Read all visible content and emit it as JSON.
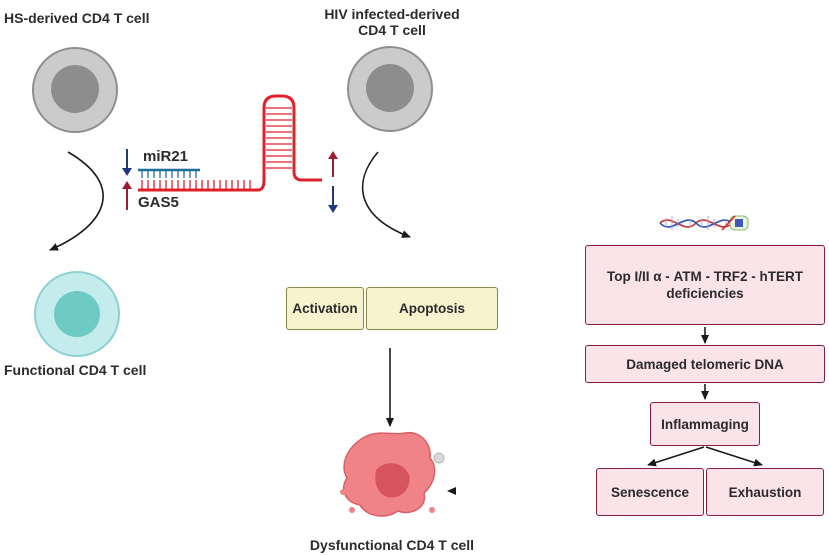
{
  "labels": {
    "hs_cell": "HS-derived CD4 T cell",
    "hiv_cell_line1": "HIV infected-derived",
    "hiv_cell_line2": "CD4 T cell",
    "functional_cell": "Functional CD4 T cell",
    "dysfunctional_cell": "Dysfunctional CD4 T cell",
    "mir21": "miR21",
    "gas5": "GAS5"
  },
  "boxes": {
    "activation": "Activation",
    "apoptosis": "Apoptosis",
    "deficiencies_line1": "Top I/II α - ATM - TRF2 - hTERT",
    "deficiencies_line2": "deficiencies",
    "damaged_dna": "Damaged telomeric DNA",
    "inflammaging": "Inflammaging",
    "senescence": "Senescence",
    "exhaustion": "Exhaustion"
  },
  "colors": {
    "cell_outer": "#c9c9c9",
    "cell_nucleus": "#8c8c8c",
    "functional_outer": "#bfe9ea",
    "functional_nucleus": "#6fcac6",
    "rna_red": "#e0202a",
    "mir_blue": "#1f6f9c",
    "arrow_up_red": "#9b1c33",
    "arrow_down_blue": "#1e3a78",
    "yellow_box": "#f7f3cf",
    "pink_box": "#fbe3ea",
    "dysfunctional": "#ee8388"
  }
}
